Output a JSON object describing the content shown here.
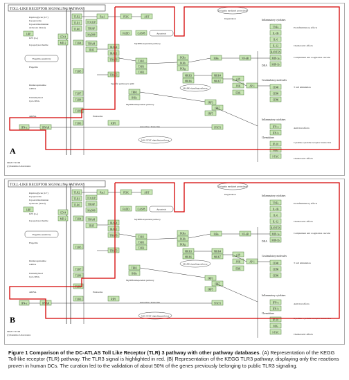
{
  "panels": [
    {
      "id": "A",
      "letter": "A",
      "title": "TOLL-LIKE RECEPTOR SIGNALING PATHWAY",
      "footer_id": "04620 7/23/09",
      "footer_copyright": "(c) Kanehisa Laboratories",
      "left_labels": [
        "Peptidoglycan (G+)",
        "Lipoproteins",
        "Lipoarabinomannan",
        "Zymosan (Yeast)",
        "LPS (G-)",
        "LBP",
        "Lipopolysaccharide",
        "Flagellin sensitivity",
        "Flagellin",
        "Imidazoquinoline",
        "ssRNA",
        "Unmethylated",
        "CpG DNA",
        "dsRNA"
      ],
      "receptor_labels": [
        "TLR2",
        "TLR1",
        "TLR6",
        "CD14",
        "MD-2",
        "TLR4",
        "TLR5",
        "TLR7",
        "TLR8",
        "TLR9",
        "TLR3"
      ],
      "adaptor_labels": [
        "TIRAP",
        "MyD88",
        "TRAM",
        "TRIF",
        "TOLLIP",
        "IRAK4",
        "IRAK1",
        "TRAF6",
        "TRAF3",
        "TBK1",
        "IKKe",
        "RIP1",
        "TAK1",
        "TAB1",
        "TAB2"
      ],
      "kinase_labels": [
        "Rac1",
        "PI3K",
        "AKT",
        "FADD",
        "CASP8",
        "IKKa",
        "IKKb",
        "IKKg",
        "IkBa",
        "NF-kB",
        "MKK3",
        "MKK6",
        "MKK4",
        "MKK7",
        "p38",
        "JNK",
        "ERK",
        "AP-1",
        "IRF3",
        "IRF7",
        "IRF5"
      ],
      "output_labels": [
        "TNFa",
        "IL-1B",
        "IL-6",
        "IL-12",
        "RANTES",
        "MIP-1a",
        "MIP-1b",
        "CD40",
        "CD80",
        "CD86",
        "IFN-a",
        "IFN-b",
        "IP-10",
        "MIG",
        "I-TAC"
      ],
      "effect_labels": [
        "Proinflammatory effects",
        "Chemotactic effects",
        "Complement and coagulation cascade",
        "T cell stimulation",
        "Antiviral effects",
        "Cytokine-cytokine receptor interaction",
        "Chemotactic effects"
      ],
      "category_labels": [
        "Inflammatory cytokines",
        "Costimulatory molecules",
        "Inflammatory cytokines",
        "Chemokines"
      ],
      "misc_labels": [
        "Ubiquitin mediated proteolysis",
        "Degradation",
        "Apoptosis",
        "MyD88-dependent pathway",
        "MyD88-independent pathway",
        "MAPK signaling pathway",
        "Specific pathway in pDC",
        "Endosome",
        "Autocrine / Paracrine",
        "JAK-STAT signaling pathway",
        "DNA"
      ],
      "highlight_color": "#d40000"
    },
    {
      "id": "B",
      "letter": "B",
      "title": "TOLL-LIKE RECEPTOR SIGNALING PATHWAY",
      "footer_id": "04620 7/23/09",
      "footer_copyright": "(c) Kanehisa Laboratories",
      "left_labels": [
        "Peptidoglycan (G+)",
        "Lipoproteins",
        "Lipoarabinomannan",
        "Zymosan (Yeast)",
        "LPS (G-)",
        "LBP",
        "Lipopolysaccharide",
        "Flagellin sensitivity",
        "Flagellin",
        "Imidazoquinoline",
        "ssRNA",
        "Unmethylated",
        "CpG DNA",
        "dsRNA"
      ],
      "receptor_labels": [
        "TLR2",
        "TLR1",
        "TLR6",
        "CD14",
        "MD-2",
        "TLR4",
        "TLR5",
        "TLR7",
        "TLR8",
        "TLR9",
        "TLR3"
      ],
      "adaptor_labels": [
        "TIRAP",
        "MyD88",
        "TRAM",
        "TRIF",
        "TOLLIP",
        "IRAK4",
        "IRAK1",
        "TRAF6",
        "TRAF3",
        "TBK1",
        "IKKe",
        "RIP1",
        "TAK1",
        "TAB1",
        "TAB2"
      ],
      "kinase_labels": [
        "Rac1",
        "PI3K",
        "AKT",
        "FADD",
        "CASP8",
        "IKKa",
        "IKKb",
        "IKKg",
        "IkBa",
        "NF-kB",
        "MKK3",
        "MKK6",
        "MKK4",
        "MKK7",
        "p38",
        "JNK",
        "ERK",
        "AP-1",
        "IRF3",
        "IRF7",
        "IRF5"
      ],
      "output_labels": [
        "TNFa",
        "IL-1B",
        "IL-6",
        "IL-12",
        "RANTES",
        "MIP-1a",
        "MIP-1b",
        "CD40",
        "CD80",
        "CD86",
        "IFN-a",
        "IFN-b",
        "IP-10",
        "MIG",
        "I-TAC"
      ],
      "effect_labels": [
        "Proinflammatory effects",
        "Chemotactic effects",
        "Complement and coagulation cascade",
        "T cell stimulation",
        "Antiviral effects",
        "Cytokine-cytokine receptor interaction",
        "Chemotactic effects"
      ],
      "category_labels": [
        "Inflammatory cytokines",
        "Costimulatory molecules",
        "Inflammatory cytokines",
        "Chemokines"
      ],
      "misc_labels": [
        "Ubiquitin mediated proteolysis",
        "Degradation",
        "Apoptosis",
        "MyD88-dependent pathway",
        "MyD88-independent pathway",
        "MAPK signaling pathway",
        "Endosome",
        "Autocrine / Paracrine",
        "JAK-STAT signaling pathway",
        "DNA"
      ],
      "highlight_color": "#d40000"
    }
  ],
  "caption": {
    "bold": "Figure 1 Comparison of the DC-ATLAS Toll Like Receptor (TLR) 3 pathway with other pathway databases",
    "text": ". (A) Representation of the KEGG Toll-like receptor (TLR) pathway. The TLR3 signal is highlighted in red. (B) Representation of the KEGG TLR3 pathway, displaying only the reactions proven in human DCs. The curation led to the validation of about 50% of the genes previously belonging to public TLR3 signaling."
  },
  "colors": {
    "node_fill": "#c8e6b4",
    "node_stroke": "#4d7a3a",
    "line": "#333333",
    "highlight": "#d40000",
    "membrane": "#555555"
  }
}
